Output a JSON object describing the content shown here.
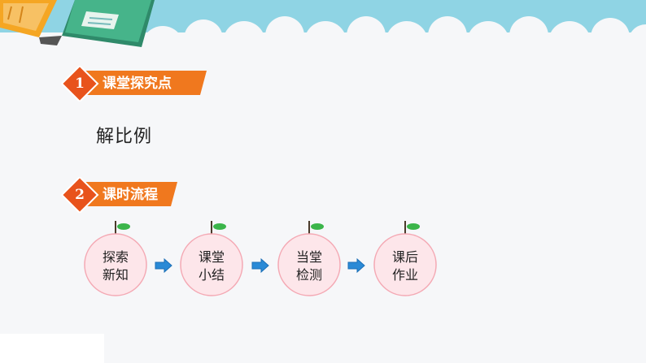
{
  "sections": [
    {
      "number": "1",
      "title": "课堂探究点"
    },
    {
      "number": "2",
      "title": "课时流程"
    }
  ],
  "topic": "解比例",
  "flow_steps": [
    {
      "line1": "探索",
      "line2": "新知"
    },
    {
      "line1": "课堂",
      "line2": "小结"
    },
    {
      "line1": "当堂",
      "line2": "检测"
    },
    {
      "line1": "课后",
      "line2": "作业"
    }
  ],
  "colors": {
    "sky": "#8fd4e4",
    "accent_orange": "#f0781e",
    "badge_red": "#e8531c",
    "peach_fill": "#fde6ea",
    "peach_stroke": "#f4a9b4",
    "leaf_green": "#3bb54a",
    "arrow_blue": "#2a8ad6"
  },
  "decorations": [
    "book-icon",
    "ruler-icon"
  ]
}
